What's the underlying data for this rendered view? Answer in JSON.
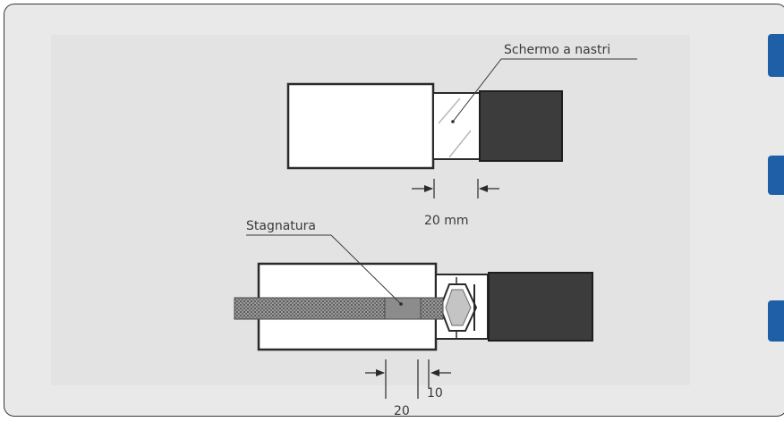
{
  "labels": {
    "top_shield": "Schermo a nastri",
    "top_dimension": "20 mm",
    "bottom_tinning": "Stagnatura",
    "bottom_dim_a": "20",
    "bottom_dim_b": "10"
  },
  "colors": {
    "background": "#e9e9e9",
    "line": "#2a2a2a",
    "jacket": "#3c3c3c",
    "accent_tab": "#1f5fa8"
  }
}
